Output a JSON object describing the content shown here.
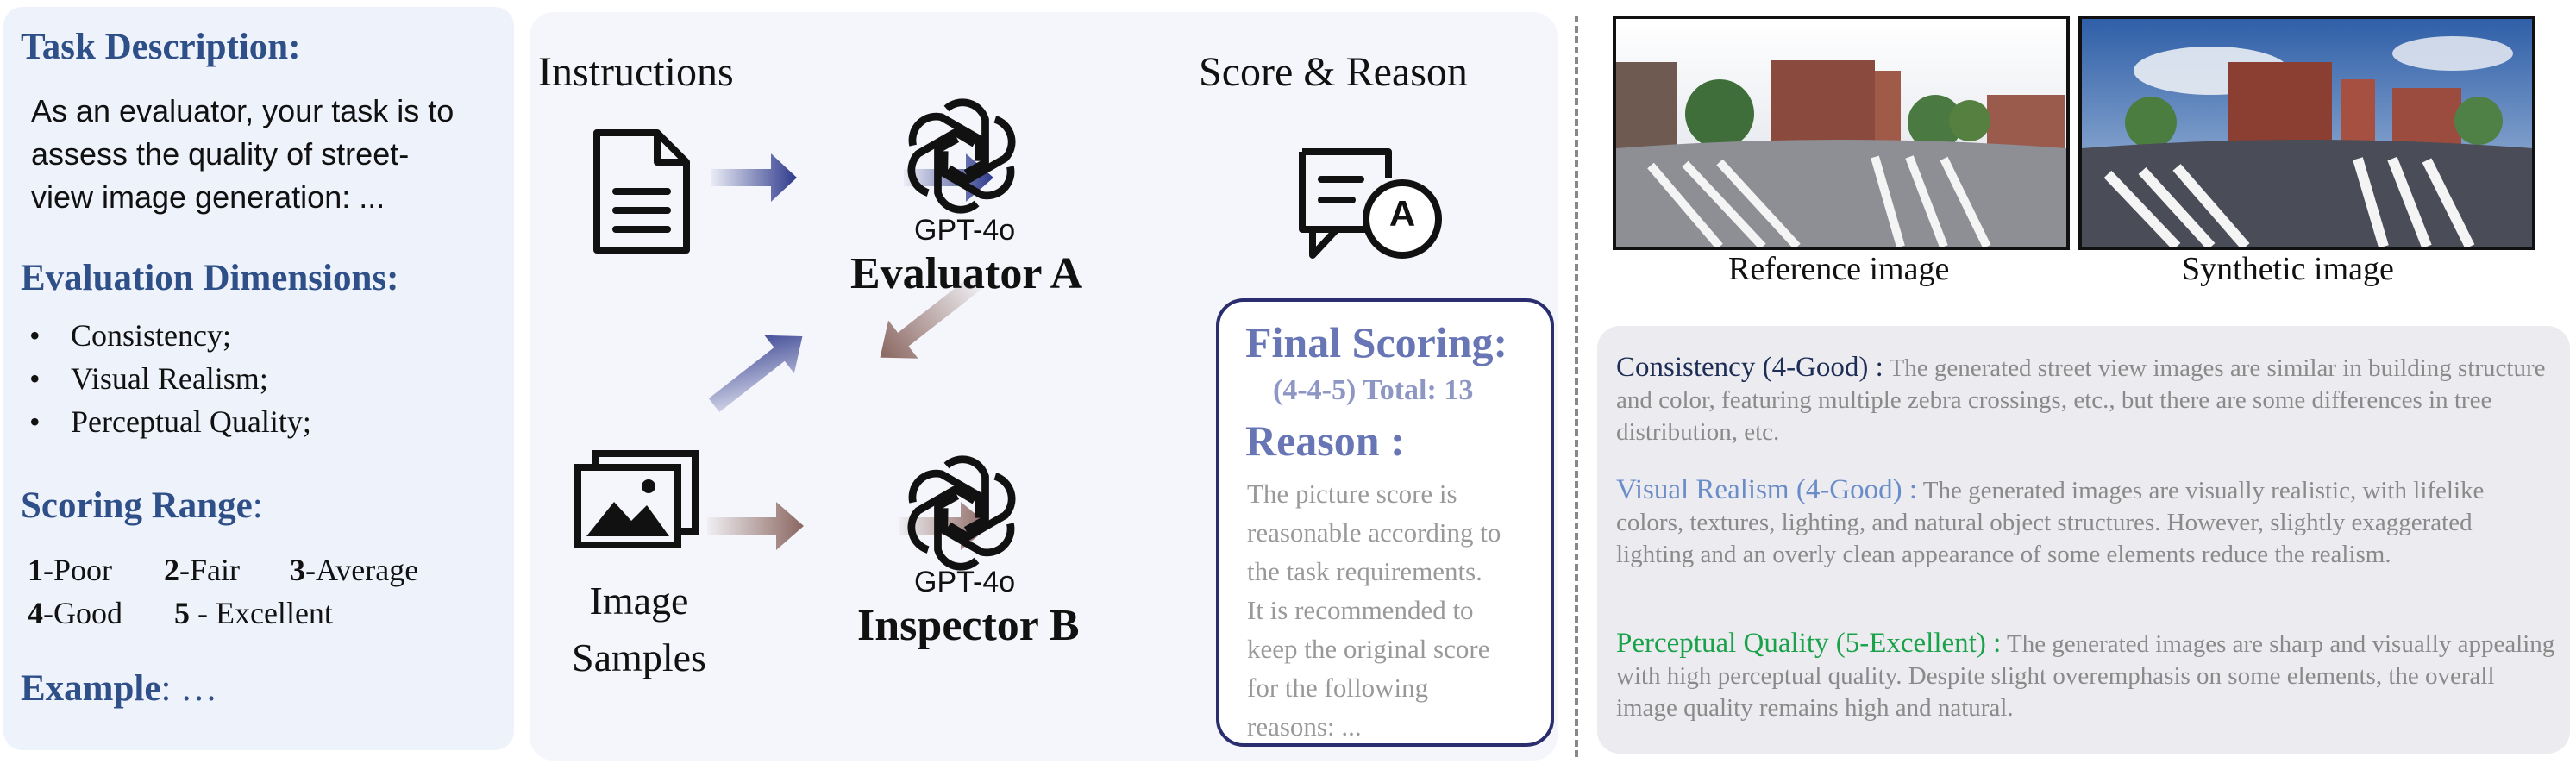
{
  "left": {
    "task_heading": "Task Description:",
    "task_lines": [
      "As an evaluator, your task is to",
      "assess the quality of street-",
      "view image generation: ..."
    ],
    "dims_heading": "Evaluation Dimensions:",
    "dims": [
      "Consistency;",
      "Visual Realism;",
      "Perceptual Quality;"
    ],
    "range_heading": "Scoring Range",
    "range_colon": ":",
    "range_row1": [
      {
        "num": "1",
        "label": "-Poor"
      },
      {
        "num": "2",
        "label": "-Fair"
      },
      {
        "num": "3",
        "label": "-Average"
      }
    ],
    "range_row2": [
      {
        "num": "4",
        "label": "-Good"
      },
      {
        "num": "5",
        "label": " - Excellent"
      }
    ],
    "example_heading": "Example",
    "example_rest": ": …"
  },
  "center": {
    "instructions_label": "Instructions",
    "score_reason_label": "Score & Reason",
    "evaluator_model": "GPT-4o",
    "evaluator_name": "Evaluator A",
    "inspector_model": "GPT-4o",
    "inspector_name": "Inspector B",
    "image_samples_line1": "Image",
    "image_samples_line2": "Samples",
    "score_badge_letter": "A",
    "final": {
      "title": "Final Scoring:",
      "subtitle": "(4-4-5) Total: 13",
      "reason_title": "Reason :",
      "body_lines": [
        "The picture score is",
        "reasonable according to",
        "the task requirements.",
        "It is recommended to",
        "keep the original score",
        "for the following",
        "reasons: ..."
      ]
    }
  },
  "images": {
    "reference_caption": "Reference image",
    "synthetic_caption": "Synthetic image"
  },
  "right": {
    "consistency_label": "Consistency (4-Good) :",
    "consistency_text": " The generated street view images are similar in building structure and color, featuring multiple zebra crossings, etc., but there are some differences in tree distribution, etc.",
    "realism_label": "Visual Realism (4-Good) :",
    "realism_text": " The generated images are visually realistic, with lifelike colors, textures, lighting, and natural object structures. However, slightly exaggerated lighting and an overly clean appearance of some elements reduce the realism.",
    "quality_label": "Perceptual Quality (5-Excellent) :",
    "quality_text": " The generated images are sharp and visually appealing with high perceptual quality. Despite slight overemphasis on some elements, the overall image quality remains high and natural."
  },
  "colors": {
    "heading_blue": "#2f4f88",
    "arrow_blue": "#2e3a8c",
    "arrow_brown": "#8a6660",
    "final_border": "#2a2d6e",
    "green": "#1aa24a"
  }
}
